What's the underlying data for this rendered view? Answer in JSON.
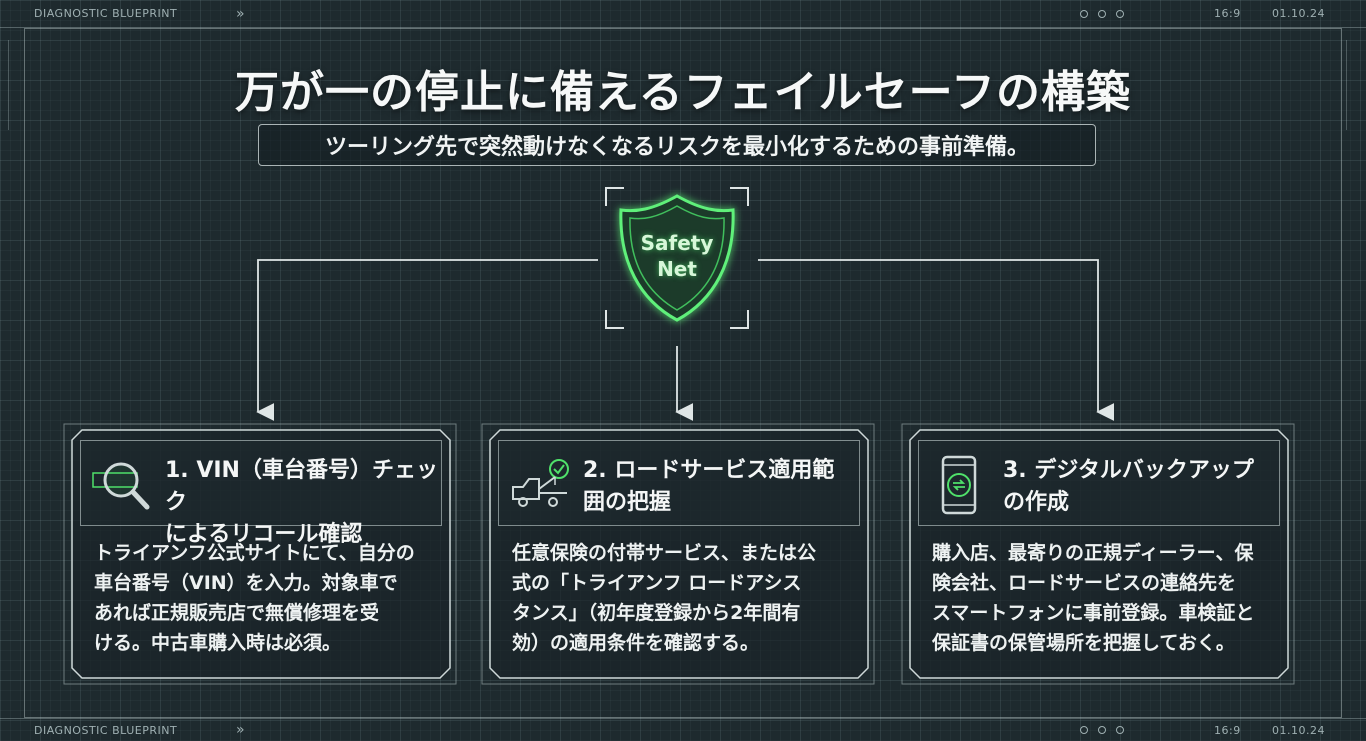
{
  "hud": {
    "label": "DIAGNOSTIC BLUEPRINT",
    "chevrons": "»",
    "ratio": "16:9",
    "date": "01.10.24"
  },
  "title": "万が一の停止に備えるフェイルセーフの構築",
  "subtitle": "ツーリング先で突然動けなくなるリスクを最小化するための事前準備。",
  "center_badge": {
    "line1": "Safety",
    "line2": "Net",
    "icon": "shield-icon",
    "glow_color": "#4fe06a"
  },
  "cards": [
    {
      "icon": "magnifier-vin-icon",
      "title_line1": "1. VIN（車台番号）チェック",
      "title_line2": "によるリコール確認",
      "body": [
        "トライアンフ公式サイトにて、自分の",
        "車台番号（VIN）を入力。対象車で",
        "あれば正規販売店で無償修理を受",
        "ける。中古車購入時は必須。"
      ]
    },
    {
      "icon": "tow-truck-icon",
      "title_line1": "2. ロードサービス適用範",
      "title_line2": "囲の把握",
      "body": [
        "任意保険の付帯サービス、または公",
        "式の「トライアンフ ロードアシス",
        "タンス」（初年度登録から2年間有",
        "効）の適用条件を確認する。"
      ]
    },
    {
      "icon": "smartphone-sync-icon",
      "title_line1": "3. デジタルバックアップ",
      "title_line2": "の作成",
      "body": [
        "購入店、最寄りの正規ディーラー、保",
        "険会社、ロードサービスの連絡先を",
        "スマートフォンに事前登録。車検証と",
        "保証書の保管場所を把握しておく。"
      ]
    }
  ],
  "colors": {
    "background": "#1e2a2e",
    "accent_green": "#4fe06a",
    "line": "#dfe6e6"
  }
}
